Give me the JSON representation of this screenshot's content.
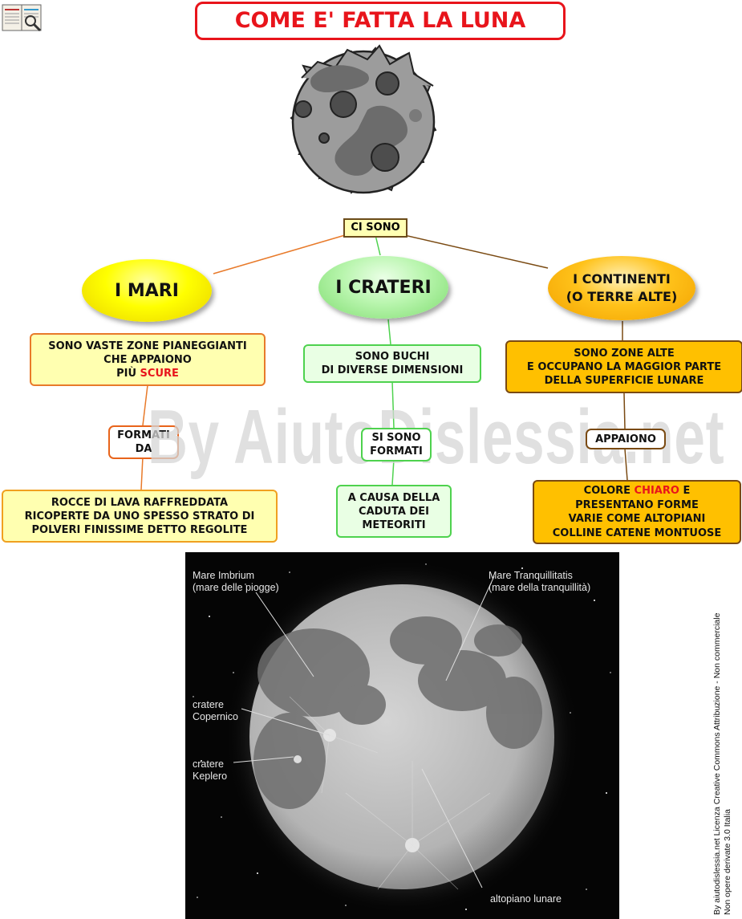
{
  "title": "COME E' FATTA LA LUNA",
  "watermark": "By AiutoDislessia.net",
  "root": "CI SONO",
  "branches": {
    "mari": {
      "heading": "I MARI",
      "desc_lines": [
        "SONO VASTE ZONE PIANEGGIANTI",
        "CHE APPAIONO"
      ],
      "desc_prefix": "PIÙ ",
      "desc_highlight": "SCURE",
      "link": [
        "FORMATI",
        "DA"
      ],
      "detail_lines": [
        "ROCCE DI LAVA RAFFREDDATA",
        "RICOPERTE DA UNO SPESSO STRATO DI",
        "POLVERI FINISSIME DETTO REGOLITE"
      ]
    },
    "crateri": {
      "heading": "I  CRATERI",
      "desc_lines": [
        "SONO BUCHI",
        "DI DIVERSE DIMENSIONI"
      ],
      "link": [
        "SI SONO",
        "FORMATI"
      ],
      "detail_lines": [
        "A CAUSA DELLA",
        "CADUTA DEI",
        "METEORITI"
      ]
    },
    "continenti": {
      "heading_lines": [
        "I CONTINENTI",
        "(O TERRE ALTE)"
      ],
      "desc_lines": [
        "SONO ZONE ALTE",
        "E OCCUPANO LA MAGGIOR PARTE",
        "DELLA SUPERFICIE LUNARE"
      ],
      "link": "APPAIONO",
      "detail_prefix": "COLORE ",
      "detail_highlight": "CHIARO",
      "detail_suffix": " E",
      "detail_lines": [
        "PRESENTANO  FORME",
        "VARIE  COME  ALTOPIANI",
        "COLLINE  CATENE  MONTUOSE"
      ]
    }
  },
  "photo_labels": {
    "imbrium": [
      "Mare Imbrium",
      "(mare delle piogge)"
    ],
    "tranquillitatis": [
      "Mare Tranquillitatis",
      "(mare della tranquillità)"
    ],
    "copernico": [
      "cratere",
      "Copernico"
    ],
    "keplero": [
      "cratere",
      "Keplero"
    ],
    "altopiano": "altopiano lunare"
  },
  "credits": [
    "By aiutodislessia.net Licenza Creative Commons Attribuzione - Non commerciale",
    "Non opere derivate 3.0 Italia"
  ],
  "colors": {
    "title_red": "#e8141b",
    "mari_yellow": "#ffff00",
    "crateri_green": "#7fdc70",
    "continenti_orange": "#ffc000"
  }
}
